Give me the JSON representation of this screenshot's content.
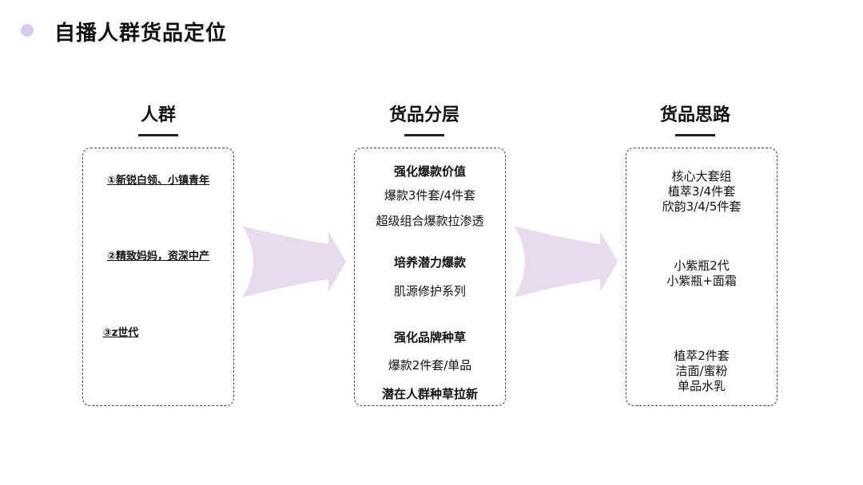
{
  "page": {
    "title": "自播人群货品定位"
  },
  "columns": {
    "audience": {
      "title": "人群"
    },
    "tiers": {
      "title": "货品分层"
    },
    "ideas": {
      "title": "货品思路"
    }
  },
  "audience_items": [
    "①新锐白领、小镇青年",
    "②精致妈妈，资深中产",
    "③z世代"
  ],
  "tiers": [
    {
      "title": "强化爆款价值",
      "notes": [
        "爆款3件套/4件套",
        "超级组合爆款拉渗透"
      ]
    },
    {
      "title": "培养潜力爆款",
      "notes": [
        "肌源修护系列"
      ]
    },
    {
      "title": "强化品牌种草",
      "notes": [
        "爆款2件套/单品"
      ],
      "footer": "潜在人群种草拉新"
    }
  ],
  "idea_groups": [
    [
      "核心大套组",
      "植萃3/4件套",
      "欣韵3/4/5件套"
    ],
    [
      "小紫瓶2代",
      "小紫瓶+面霜"
    ],
    [
      "植萃2件套",
      "洁面/蜜粉",
      "单品水乳"
    ]
  ],
  "colors": {
    "accent_dot": "#d9c9ee",
    "arrow_fill": "#e6dced"
  }
}
